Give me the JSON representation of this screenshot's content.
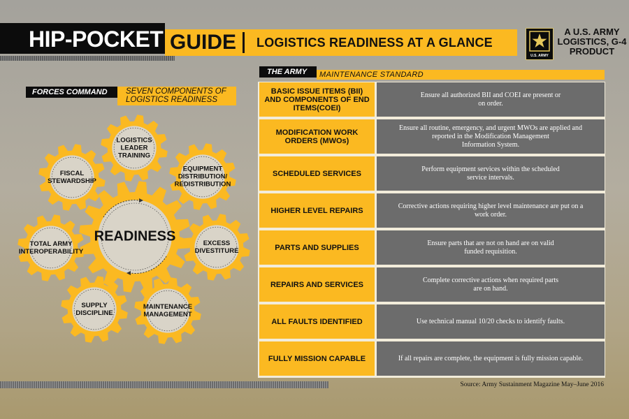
{
  "header": {
    "title": "HIP-POCKET",
    "guide": "GUIDE",
    "subtitle": "LOGISTICS READINESS AT A GLANCE",
    "logo_text": "U.S. ARMY",
    "product_lines": [
      "A U.S. ARMY",
      "LOGISTICS, G-4",
      "PRODUCT"
    ]
  },
  "forces_command": {
    "label": "FORCES COMMAND",
    "subtitle_lines": [
      "SEVEN COMPONENTS OF",
      "LOGISTICS READINESS"
    ]
  },
  "gears": {
    "center": "READINESS",
    "components": [
      {
        "id": "leader-training",
        "lines": [
          "LOGISTICS",
          "LEADER",
          "TRAINING"
        ]
      },
      {
        "id": "equipment",
        "lines": [
          "EQUIPMENT",
          "DISTRIBUTION/",
          "REDISTRIBUTION"
        ]
      },
      {
        "id": "excess",
        "lines": [
          "EXCESS",
          "DIVESTITURE"
        ]
      },
      {
        "id": "maintenance",
        "lines": [
          "MAINTENANCE",
          "MANAGEMENT"
        ]
      },
      {
        "id": "supply",
        "lines": [
          "SUPPLY",
          "DISCIPLINE"
        ]
      },
      {
        "id": "interoperability",
        "lines": [
          "TOTAL ARMY",
          "INTEROPERABILITY"
        ]
      },
      {
        "id": "fiscal",
        "lines": [
          "FISCAL",
          "STEWARDSHIP"
        ]
      }
    ]
  },
  "army": {
    "label": "THE ARMY",
    "subtitle": "MAINTENANCE STANDARD",
    "rows": [
      {
        "item": [
          "BASIC ISSUE ITEMS (BII)",
          "AND COMPONENTS OF END",
          "ITEMS(COEI)"
        ],
        "standard": [
          "Ensure all authorized BII and COEI are present or",
          "on order."
        ]
      },
      {
        "item": [
          "MODIFICATION WORK",
          "ORDERS (MWOs)"
        ],
        "standard": [
          "Ensure all routine, emergency, and urgent MWOs are applied and",
          "reported in the Modification Management",
          "Information System."
        ]
      },
      {
        "item": [
          "SCHEDULED SERVICES"
        ],
        "standard": [
          "Perform equipment services within the scheduled",
          "service intervals."
        ]
      },
      {
        "item": [
          "HIGHER LEVEL REPAIRS"
        ],
        "standard": [
          "Corrective actions requiring higher level maintenance are put on a",
          "work order."
        ]
      },
      {
        "item": [
          "PARTS AND SUPPLIES"
        ],
        "standard": [
          "Ensure parts that are not on hand are on valid",
          "funded requisition."
        ]
      },
      {
        "item": [
          "REPAIRS AND SERVICES"
        ],
        "standard": [
          "Complete corrective actions when required parts",
          "are on hand."
        ]
      },
      {
        "item": [
          "ALL FAULTS IDENTIFIED"
        ],
        "standard": [
          "Use technical manual 10/20 checks to identify faults."
        ]
      },
      {
        "item": [
          "FULLY MISSION CAPABLE"
        ],
        "standard": [
          "If all repairs are complete, the equipment is fully mission capable."
        ]
      }
    ]
  },
  "source": "Source: Army Sustainment Magazine May–June 2016",
  "colors": {
    "accent_yellow": "#fbb921",
    "black": "#0c0c0c",
    "gear_inner": "#d9d4c8",
    "standard_gray": "#6c6c6c"
  }
}
